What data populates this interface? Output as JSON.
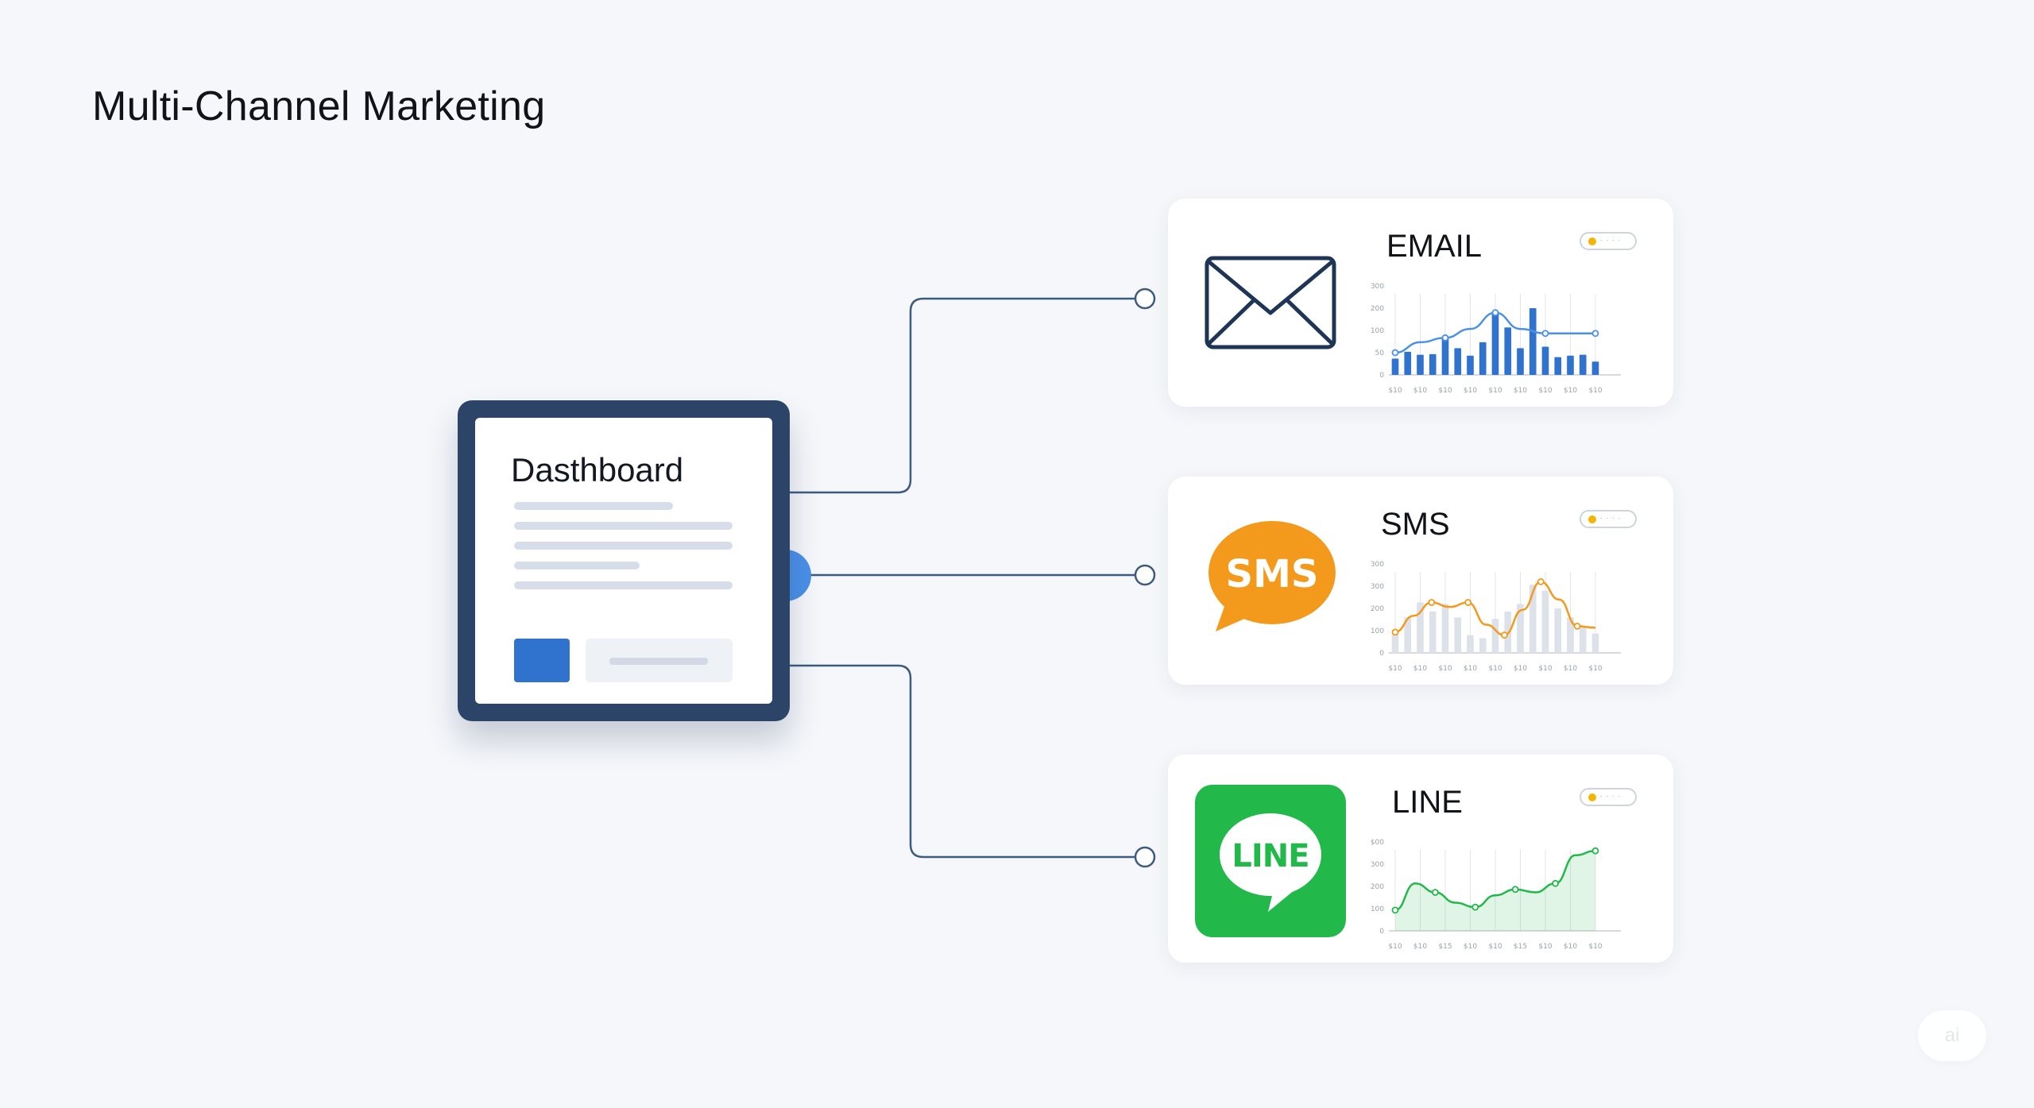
{
  "page": {
    "title": "Multi-Channel Marketing"
  },
  "dashboard": {
    "title": "Dasthboard"
  },
  "channels": [
    {
      "name": "EMAIL",
      "icon": "envelope-icon",
      "accent": "#2f73cf",
      "pill_text": "· · · ·",
      "chart_data": {
        "type": "bar",
        "y_ticks": [
          "300",
          "200",
          "100",
          "50",
          "0"
        ],
        "x_ticks": [
          "$10",
          "$10",
          "$10",
          "$10",
          "$10",
          "$10",
          "$10",
          "$10",
          "$10"
        ],
        "ylim": [
          0,
          300
        ],
        "bars": [
          55,
          78,
          68,
          70,
          128,
          90,
          65,
          110,
          210,
          160,
          90,
          225,
          95,
          60,
          65,
          68,
          45
        ],
        "line": [
          75,
          110,
          125,
          155,
          210,
          155,
          140,
          140,
          140
        ]
      }
    },
    {
      "name": "SMS",
      "icon": "speech-bubble-icon",
      "icon_text": "SMS",
      "accent": "#f39a1c",
      "pill_text": "· · · ·",
      "chart_data": {
        "type": "area",
        "y_ticks": [
          "300",
          "300",
          "200",
          "100",
          "0"
        ],
        "x_ticks": [
          "$10",
          "$10",
          "$10",
          "$10",
          "$10",
          "$10",
          "$10",
          "$10",
          "$10"
        ],
        "ylim": [
          0,
          300
        ],
        "bars": [
          70,
          120,
          170,
          140,
          165,
          120,
          60,
          50,
          115,
          140,
          165,
          230,
          210,
          150,
          120,
          90,
          65
        ],
        "line": [
          70,
          125,
          170,
          155,
          170,
          95,
          60,
          145,
          240,
          180,
          90,
          85
        ]
      }
    },
    {
      "name": "LINE",
      "icon": "line-app-icon",
      "icon_text": "LINE",
      "accent": "#22b84a",
      "pill_text": "· · · ·",
      "chart_data": {
        "type": "area",
        "y_ticks": [
          "$00",
          "300",
          "200",
          "100",
          "0"
        ],
        "x_ticks": [
          "$10",
          "$10",
          "$15",
          "$10",
          "$10",
          "$15",
          "$10",
          "$10",
          "$10"
        ],
        "ylim": [
          0,
          300
        ],
        "line": [
          70,
          160,
          130,
          95,
          80,
          120,
          140,
          130,
          160,
          255,
          270
        ]
      }
    }
  ],
  "watermark": {
    "text": "ai"
  }
}
